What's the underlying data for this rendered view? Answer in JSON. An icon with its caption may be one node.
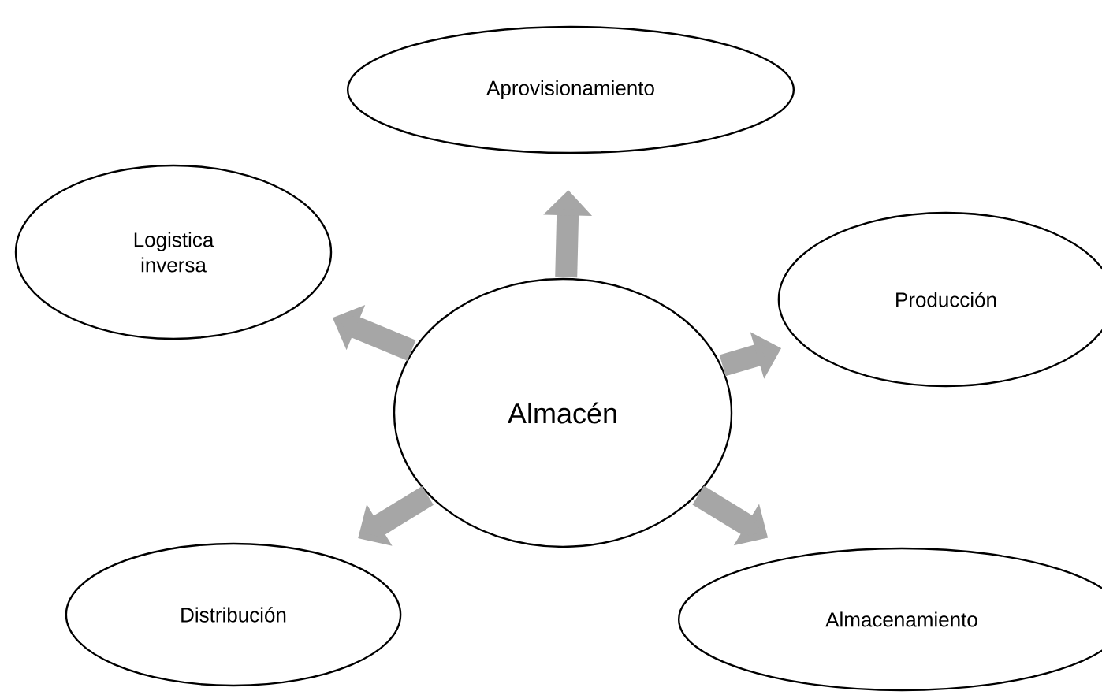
{
  "diagram": {
    "nodes": [
      {
        "text": [
          "Almacén"
        ]
      },
      {
        "text": [
          "Aprovisionamiento"
        ]
      },
      {
        "text": [
          "Logistica inversa"
        ]
      },
      {
        "text": [
          "Producción"
        ]
      },
      {
        "text": [
          "Distribución"
        ]
      },
      {
        "text": [
          "Almacenamiento"
        ]
      }
    ],
    "edges": [
      {
        "from": 0,
        "to": 1,
        "arrow": "to"
      },
      {
        "from": 0,
        "to": 2,
        "arrow": "to"
      },
      {
        "from": 0,
        "to": 3,
        "arrow": "to"
      },
      {
        "from": 0,
        "to": 4,
        "arrow": "to"
      },
      {
        "from": 0,
        "to": 5,
        "arrow": "to"
      }
    ]
  }
}
